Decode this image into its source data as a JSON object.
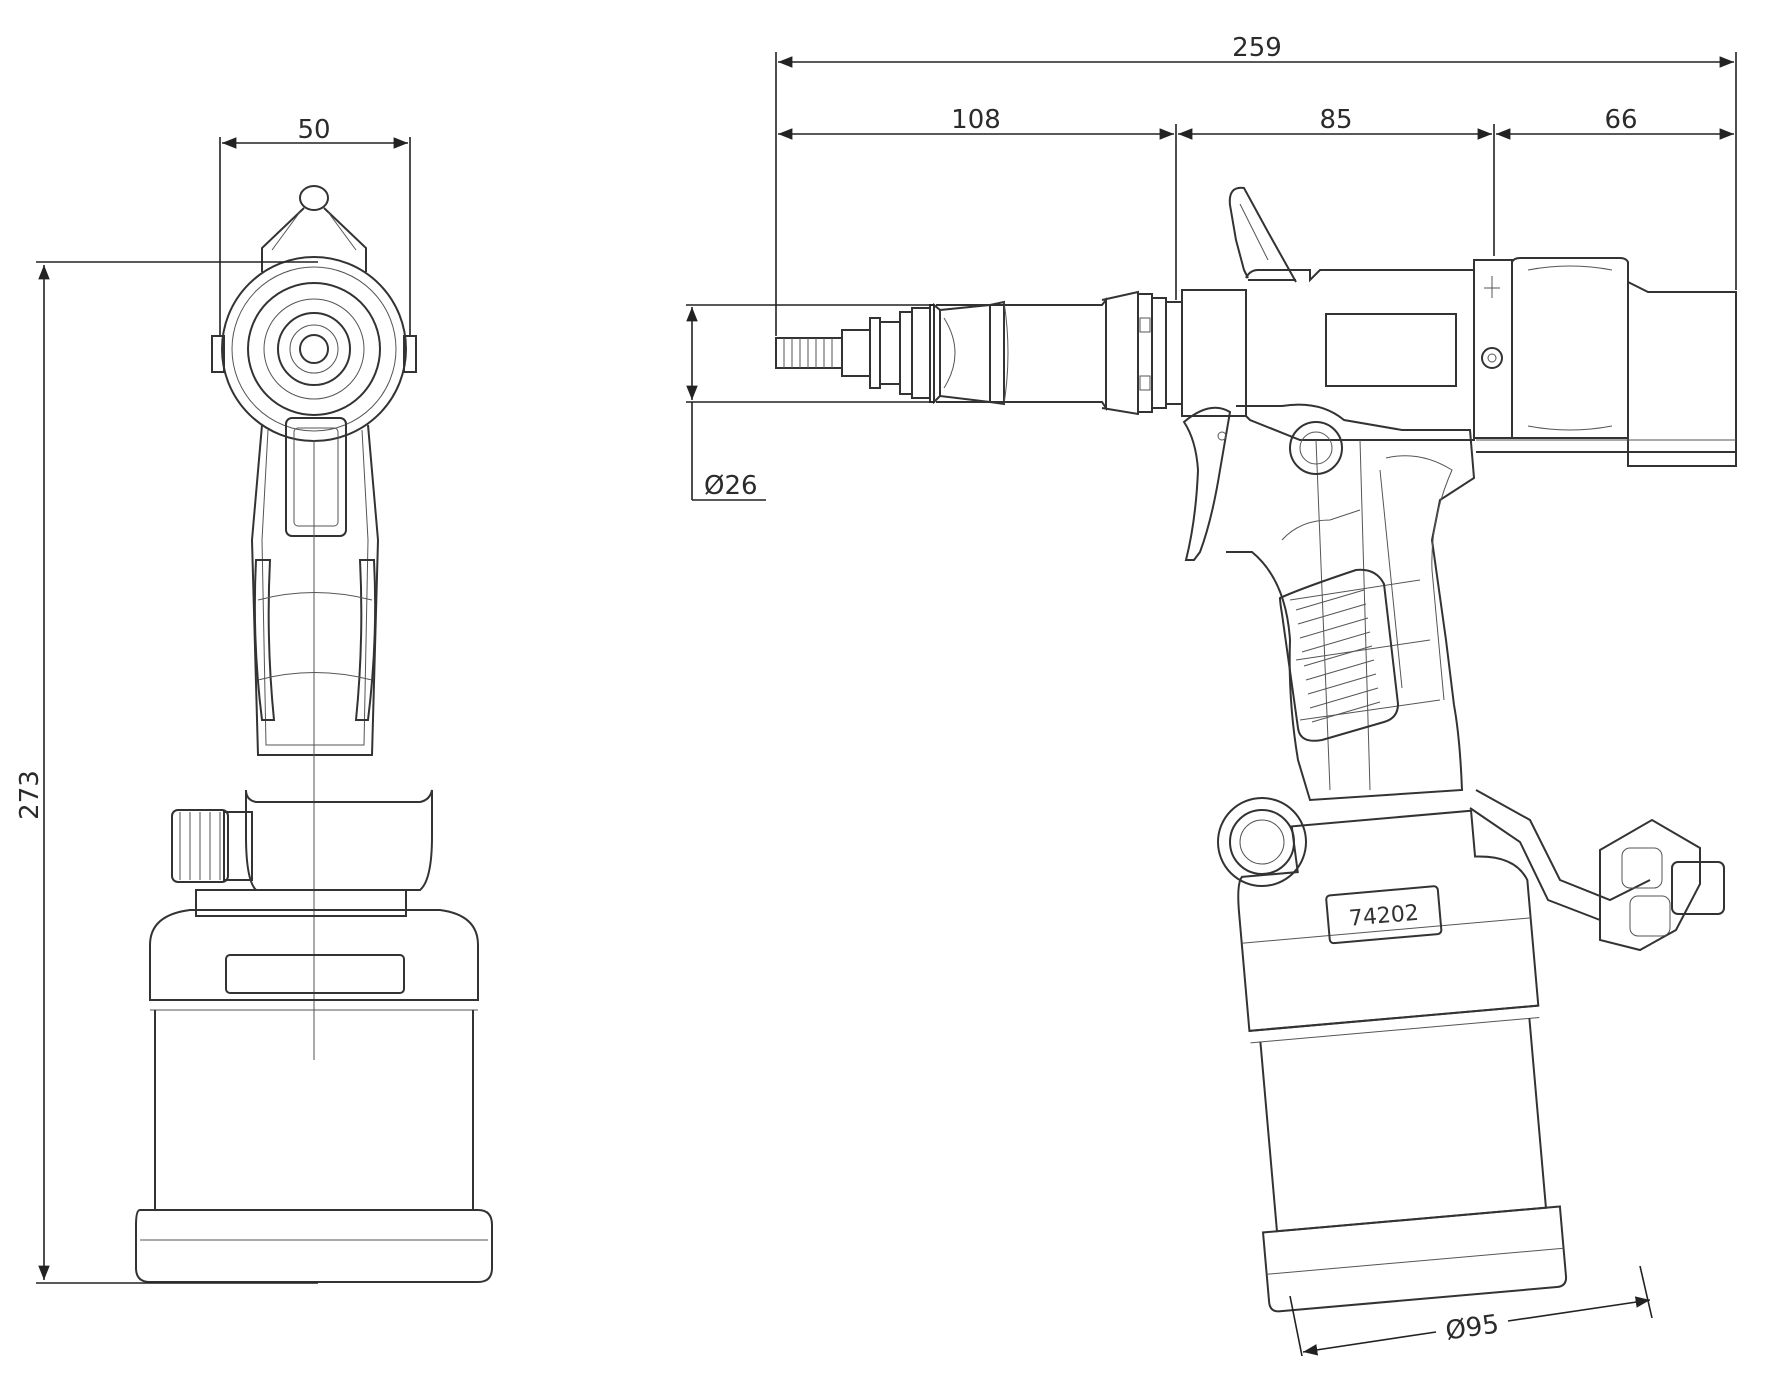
{
  "dimensions": {
    "overall_length": "259",
    "nose_length": "108",
    "mid_length": "85",
    "rear_length": "66",
    "front_width": "50",
    "overall_height": "273",
    "nose_diameter": "Ø26",
    "base_diameter": "Ø95"
  },
  "model_plate": "74202",
  "colors": {
    "line": "#222222",
    "background": "#ffffff"
  }
}
